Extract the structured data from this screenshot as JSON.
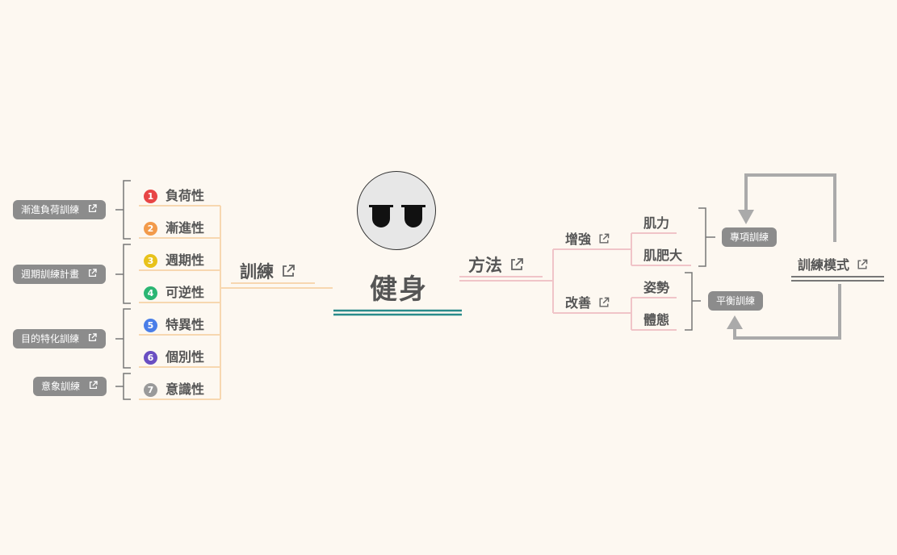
{
  "center": {
    "title": "健身"
  },
  "left": {
    "branch": {
      "label": "訓練"
    },
    "items": [
      {
        "num": "1",
        "label": "負荷性",
        "color": "#e84545"
      },
      {
        "num": "2",
        "label": "漸進性",
        "color": "#f29a4a"
      },
      {
        "num": "3",
        "label": "週期性",
        "color": "#e8c21a"
      },
      {
        "num": "4",
        "label": "可逆性",
        "color": "#2bb673"
      },
      {
        "num": "5",
        "label": "特異性",
        "color": "#4a7ee8"
      },
      {
        "num": "6",
        "label": "個別性",
        "color": "#6a4fc2"
      },
      {
        "num": "7",
        "label": "意識性",
        "color": "#9a9a9a"
      }
    ],
    "tags": [
      "漸進負荷訓練",
      "週期訓練計畫",
      "目的特化訓練",
      "意象訓練"
    ]
  },
  "right": {
    "branch": {
      "label": "方法"
    },
    "subs": [
      {
        "label": "增強",
        "leaves": [
          "肌力",
          "肌肥大"
        ]
      },
      {
        "label": "改善",
        "leaves": [
          "姿勢",
          "體態"
        ]
      }
    ],
    "tags": [
      "專項訓練",
      "平衡訓練"
    ],
    "floating": {
      "label": "訓練模式"
    }
  },
  "colors": {
    "left_branch": "#f7d7b0",
    "right_branch": "#f0c4c8",
    "center_underline": "#2a8a8a",
    "bracket": "#777777",
    "arrow": "#aaaaaa",
    "tag_bg": "#8c8c8c"
  }
}
